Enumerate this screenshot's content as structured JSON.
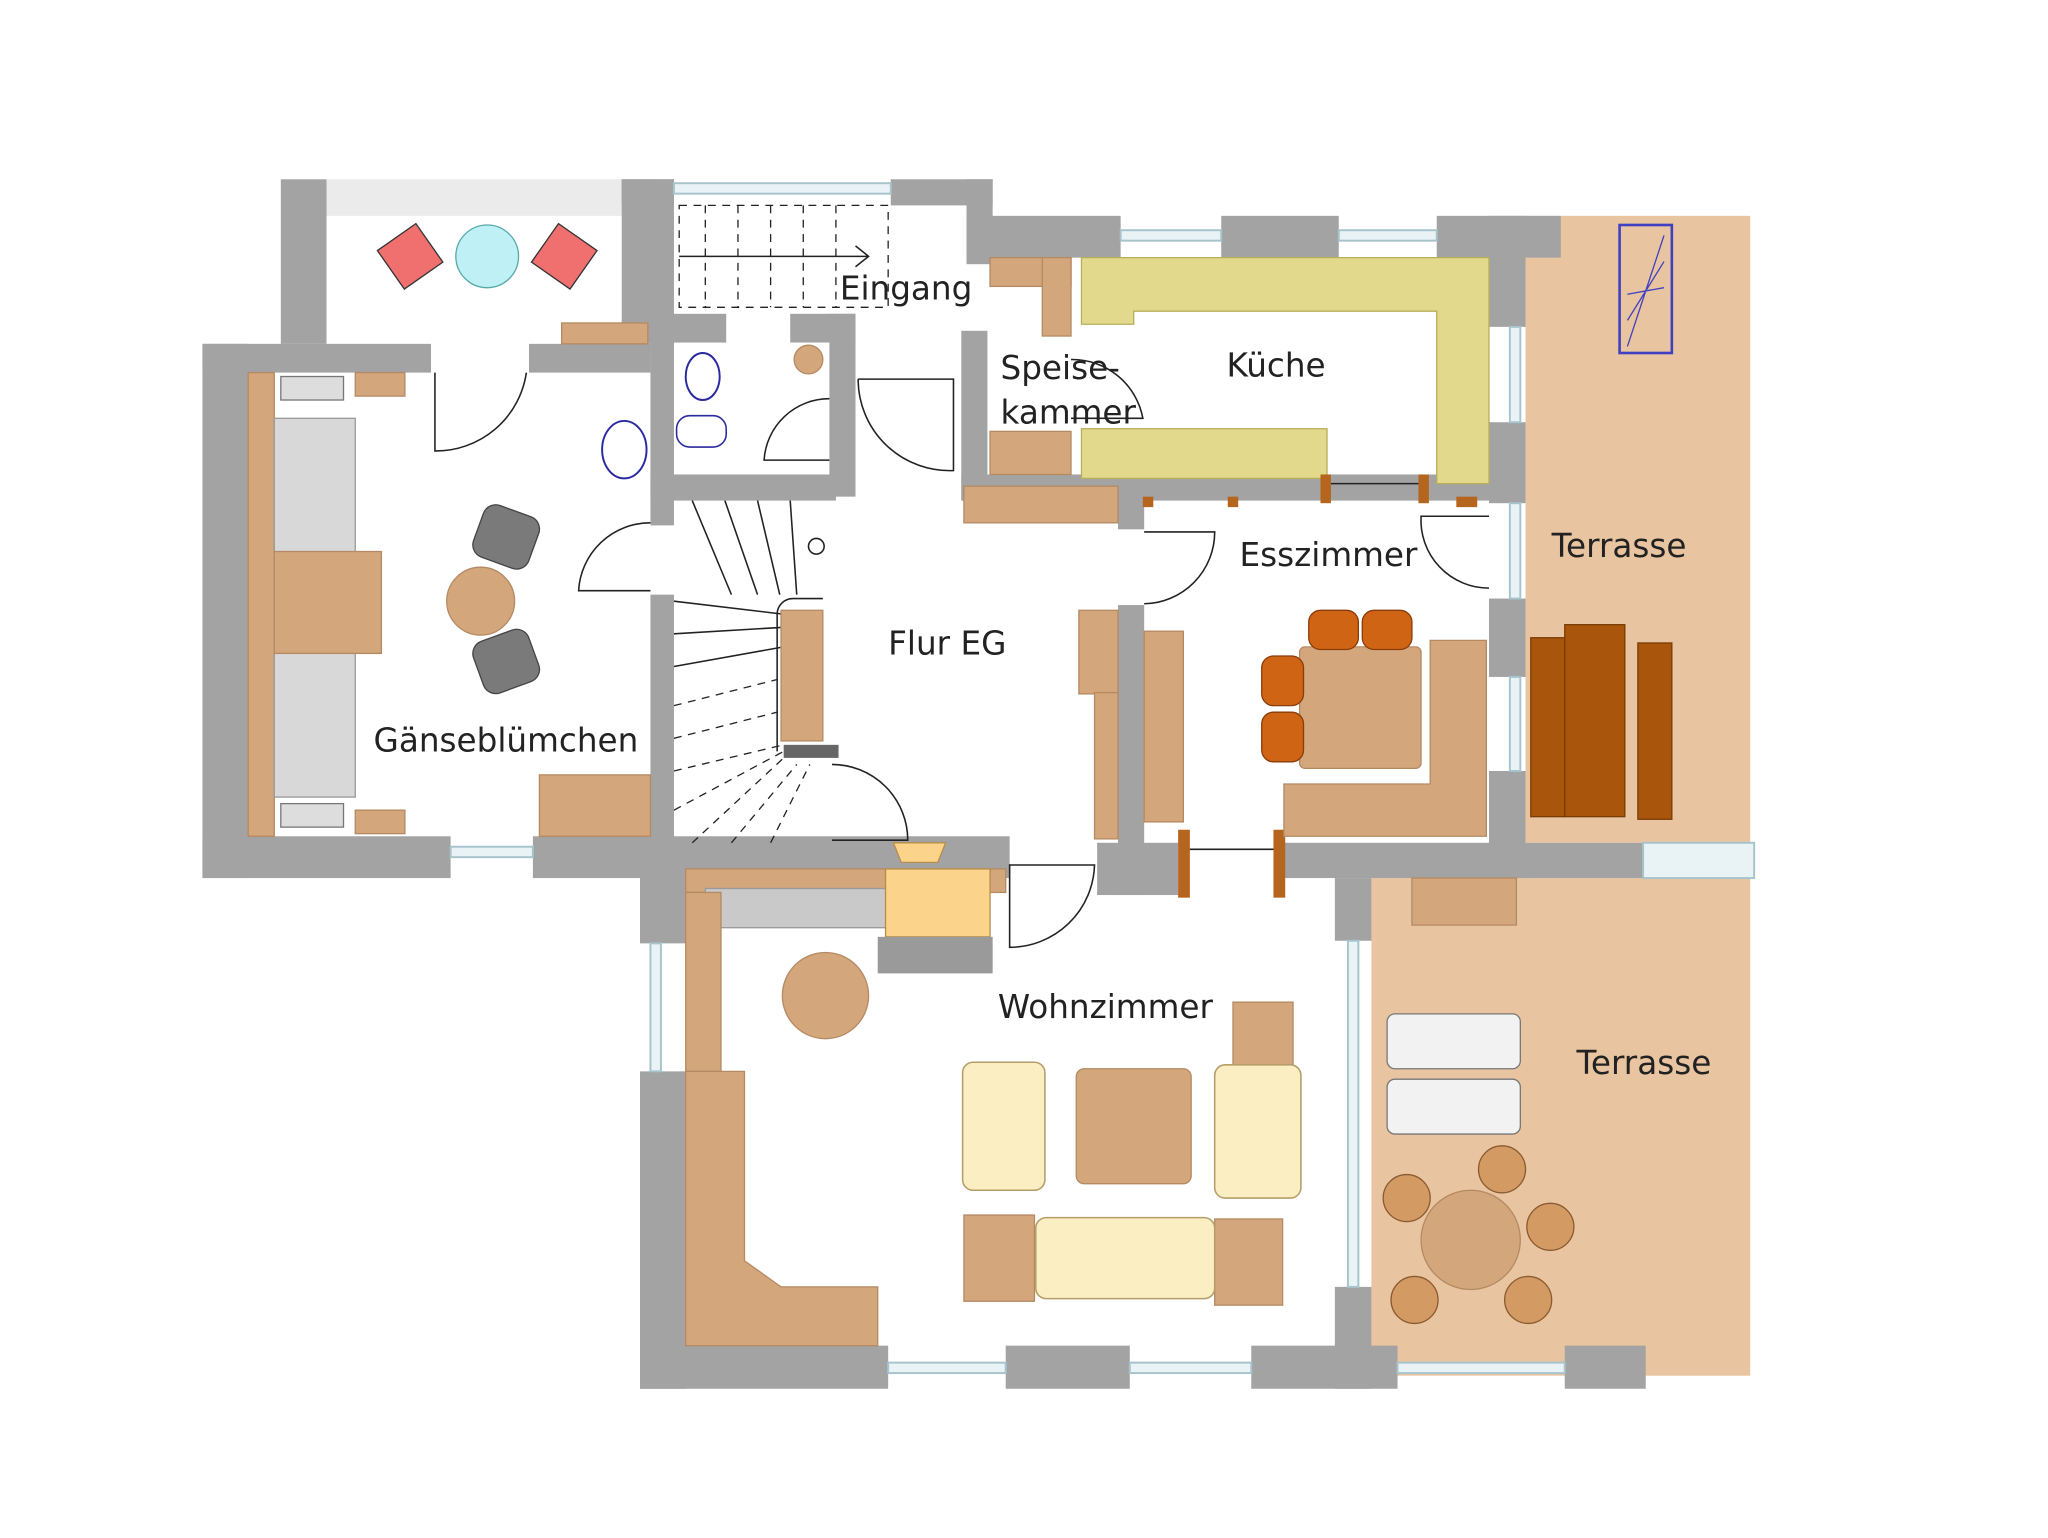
{
  "floor_plan": {
    "rooms": {
      "eingang": "Eingang",
      "speisekammer_1": "Speise-",
      "speisekammer_2": "kammer",
      "kueche": "Küche",
      "terrasse_oben": "Terrasse",
      "esszimmer": "Esszimmer",
      "flur": "Flur EG",
      "gaensebluemchen": "Gänseblümchen",
      "wohnzimmer": "Wohnzimmer",
      "terrasse_unten": "Terrasse"
    },
    "colors": {
      "wall": "#a3a3a3",
      "furniture": "#d3a67c",
      "kitchen": "#e2d98c",
      "terrace": "#e8c4a0",
      "terrace_furniture": "#a9560c",
      "dining_chairs": "#cf6414",
      "balcony_chairs": "#f07070",
      "balcony_table": "#bff0f5"
    }
  }
}
